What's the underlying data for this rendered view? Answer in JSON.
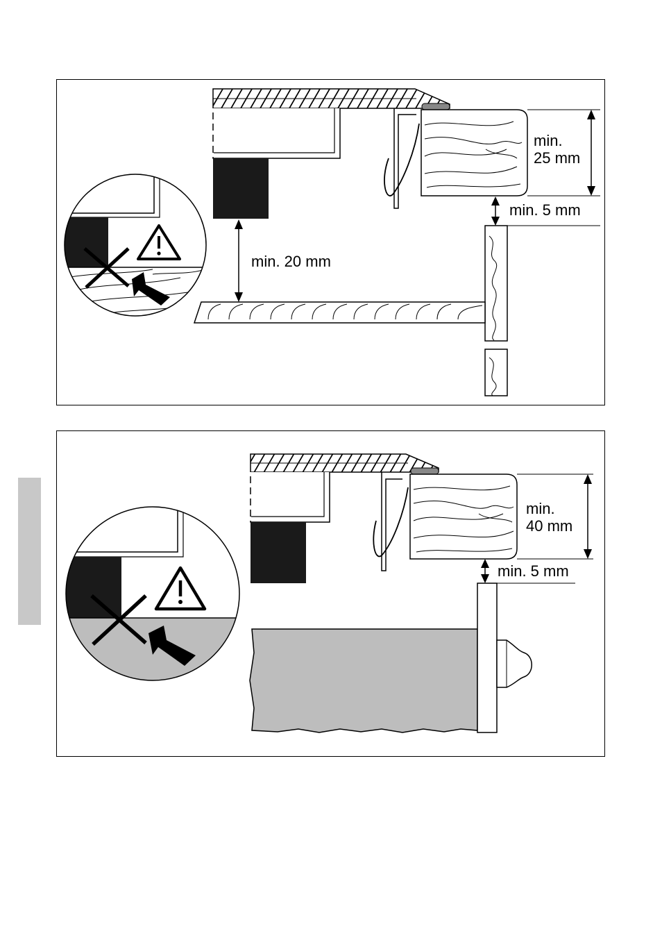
{
  "top_figure": {
    "dim_worktop_line1": "min.",
    "dim_worktop_line2": "25 mm",
    "dim_side_gap": "min. 5 mm",
    "dim_below": "min. 20 mm"
  },
  "bottom_figure": {
    "dim_worktop_line1": "min.",
    "dim_worktop_line2": "40 mm",
    "dim_side_gap": "min. 5 mm"
  },
  "colors": {
    "line": "#000000",
    "fill_dark": "#1a1a1a",
    "fill_grey": "#bdbdbd",
    "page_tab": "#c8c8c8"
  }
}
